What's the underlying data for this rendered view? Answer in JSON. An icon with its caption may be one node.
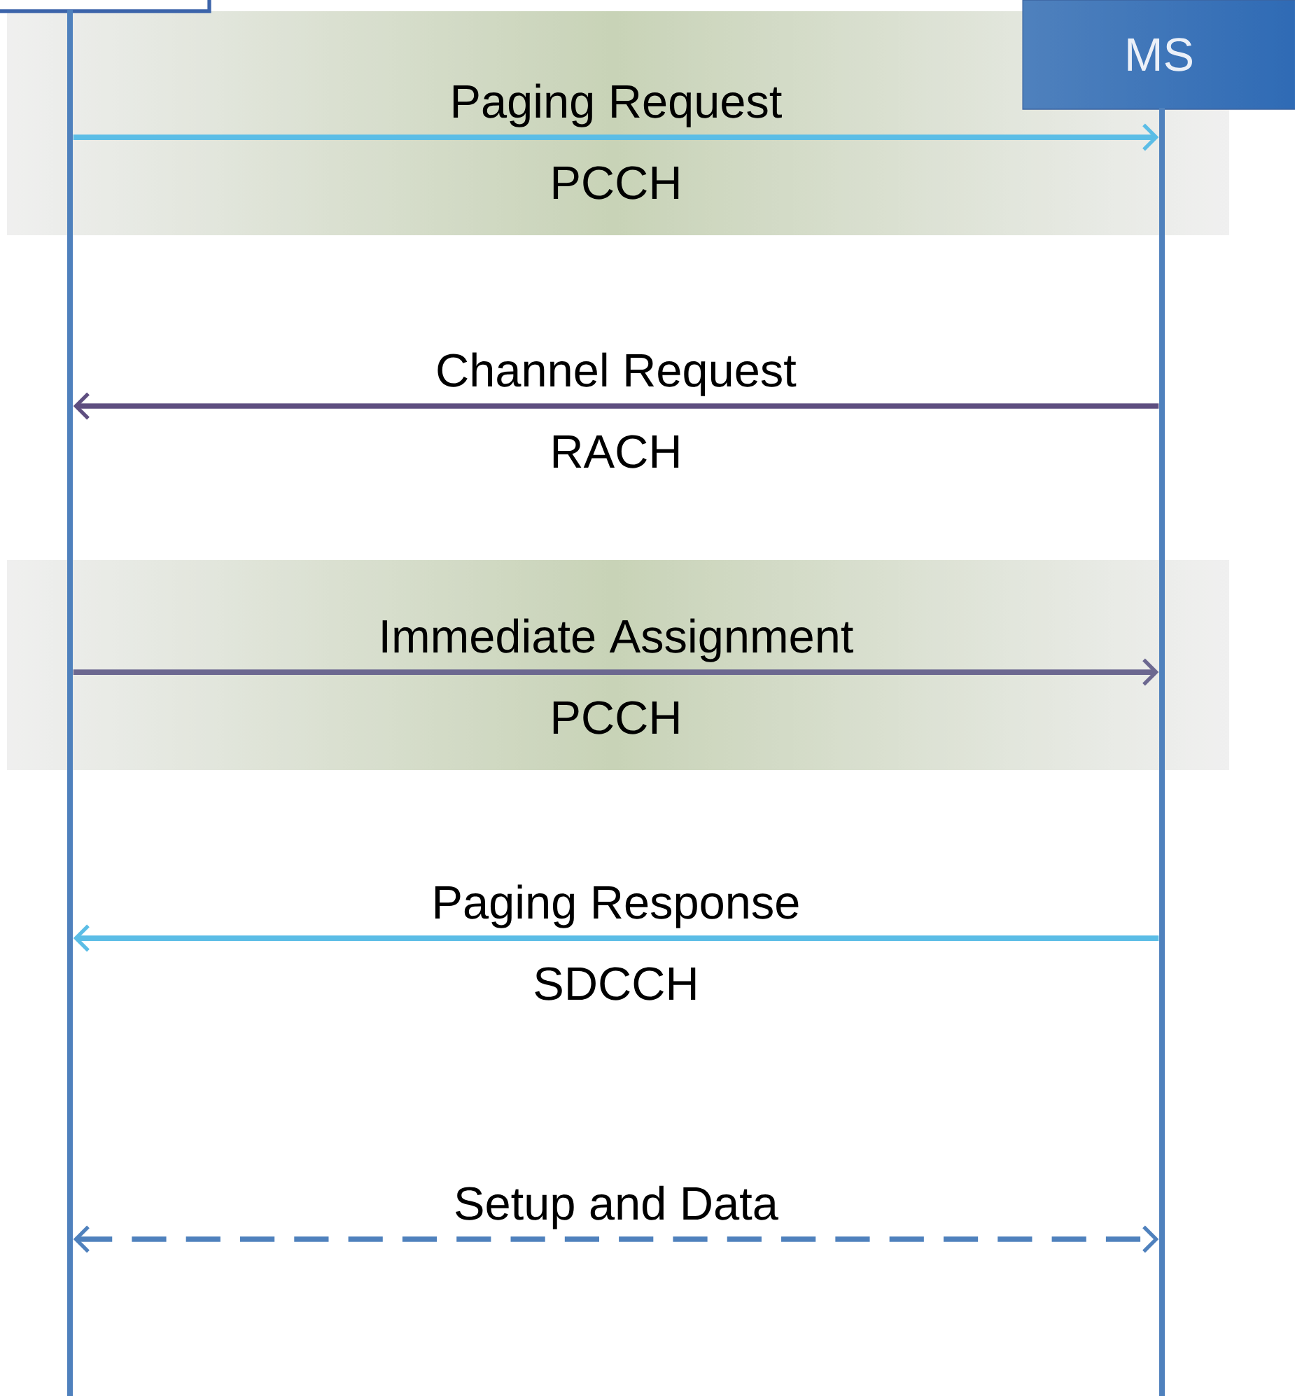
{
  "diagram": {
    "nodes": [
      {
        "text": [],
        "shape": "box"
      },
      {
        "text": [
          "MS"
        ]
      },
      {
        "text": [],
        "shape": "bar"
      },
      {
        "text": [],
        "shape": "bar"
      }
    ],
    "edges": [
      {
        "from": 2,
        "to": 3,
        "arrow": "to",
        "label": "Paging Request",
        "color": "#5bbde6"
      },
      {
        "from": 3,
        "to": 2,
        "arrow": "to",
        "label": "Channel Request",
        "color": "#5e4e80"
      },
      {
        "from": 2,
        "to": 3,
        "arrow": "to",
        "label": "Immediate Assignment",
        "color": "#6c6890"
      },
      {
        "from": 3,
        "to": 2,
        "arrow": "to",
        "label": "Paging Response",
        "color": "#5bbde6"
      },
      {
        "from": 2,
        "to": 3,
        "arrow": "both",
        "label": "Setup and Data",
        "style": "dashed",
        "color": "#4f81bd"
      }
    ],
    "labels": [
      "PCCH",
      "RACH",
      "PCCH",
      "SDCCH"
    ]
  }
}
